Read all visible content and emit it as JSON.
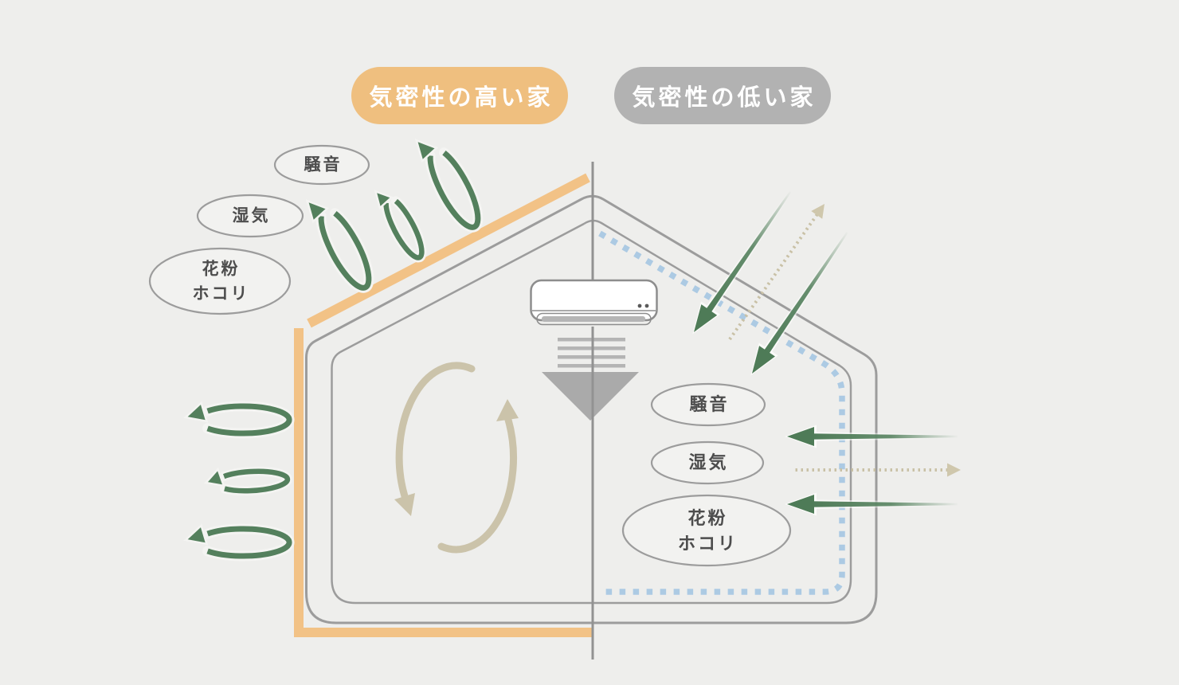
{
  "diagram": {
    "title_badges": {
      "high": {
        "label": "気密性の高い家",
        "bg": "#efbf7f",
        "text_color": "#ffffff"
      },
      "low": {
        "label": "気密性の低い家",
        "bg": "#b2b2b2",
        "text_color": "#ffffff"
      }
    },
    "outside_labels_high_house": {
      "noise": "騒音",
      "moisture": "湿気",
      "pollen": "花粉",
      "dust": "ホコリ"
    },
    "inside_labels_low_house": {
      "noise": "騒音",
      "moisture": "湿気",
      "pollen": "花粉",
      "dust": "ホコリ"
    },
    "colors": {
      "background": "#eeeeec",
      "airtight_band_orange": "#f2c286",
      "leak_dotted_blue": "#accae3",
      "block_arrow_green": "#54805d",
      "leak_arrow_beige": "#cbc3aa",
      "house_outline_gray": "#9c9c9c",
      "airflow_gray": "#aaaaaa"
    }
  }
}
